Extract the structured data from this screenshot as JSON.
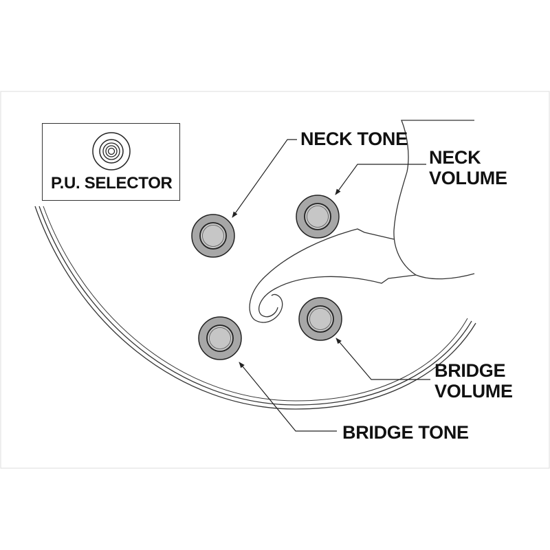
{
  "pickup_selector": {
    "label": "P.U. SELECTOR"
  },
  "controls": {
    "neck_tone": "NECK TONE",
    "neck_volume_line1": "NECK",
    "neck_volume_line2": "VOLUME",
    "bridge_volume_line1": "BRIDGE",
    "bridge_volume_line2": "VOLUME",
    "bridge_tone": "BRIDGE TONE"
  },
  "colors": {
    "knob_fill": "#a7a7a7",
    "knob_cap": "#c6c6c6",
    "line": "#222222",
    "background": "#ffffff"
  }
}
